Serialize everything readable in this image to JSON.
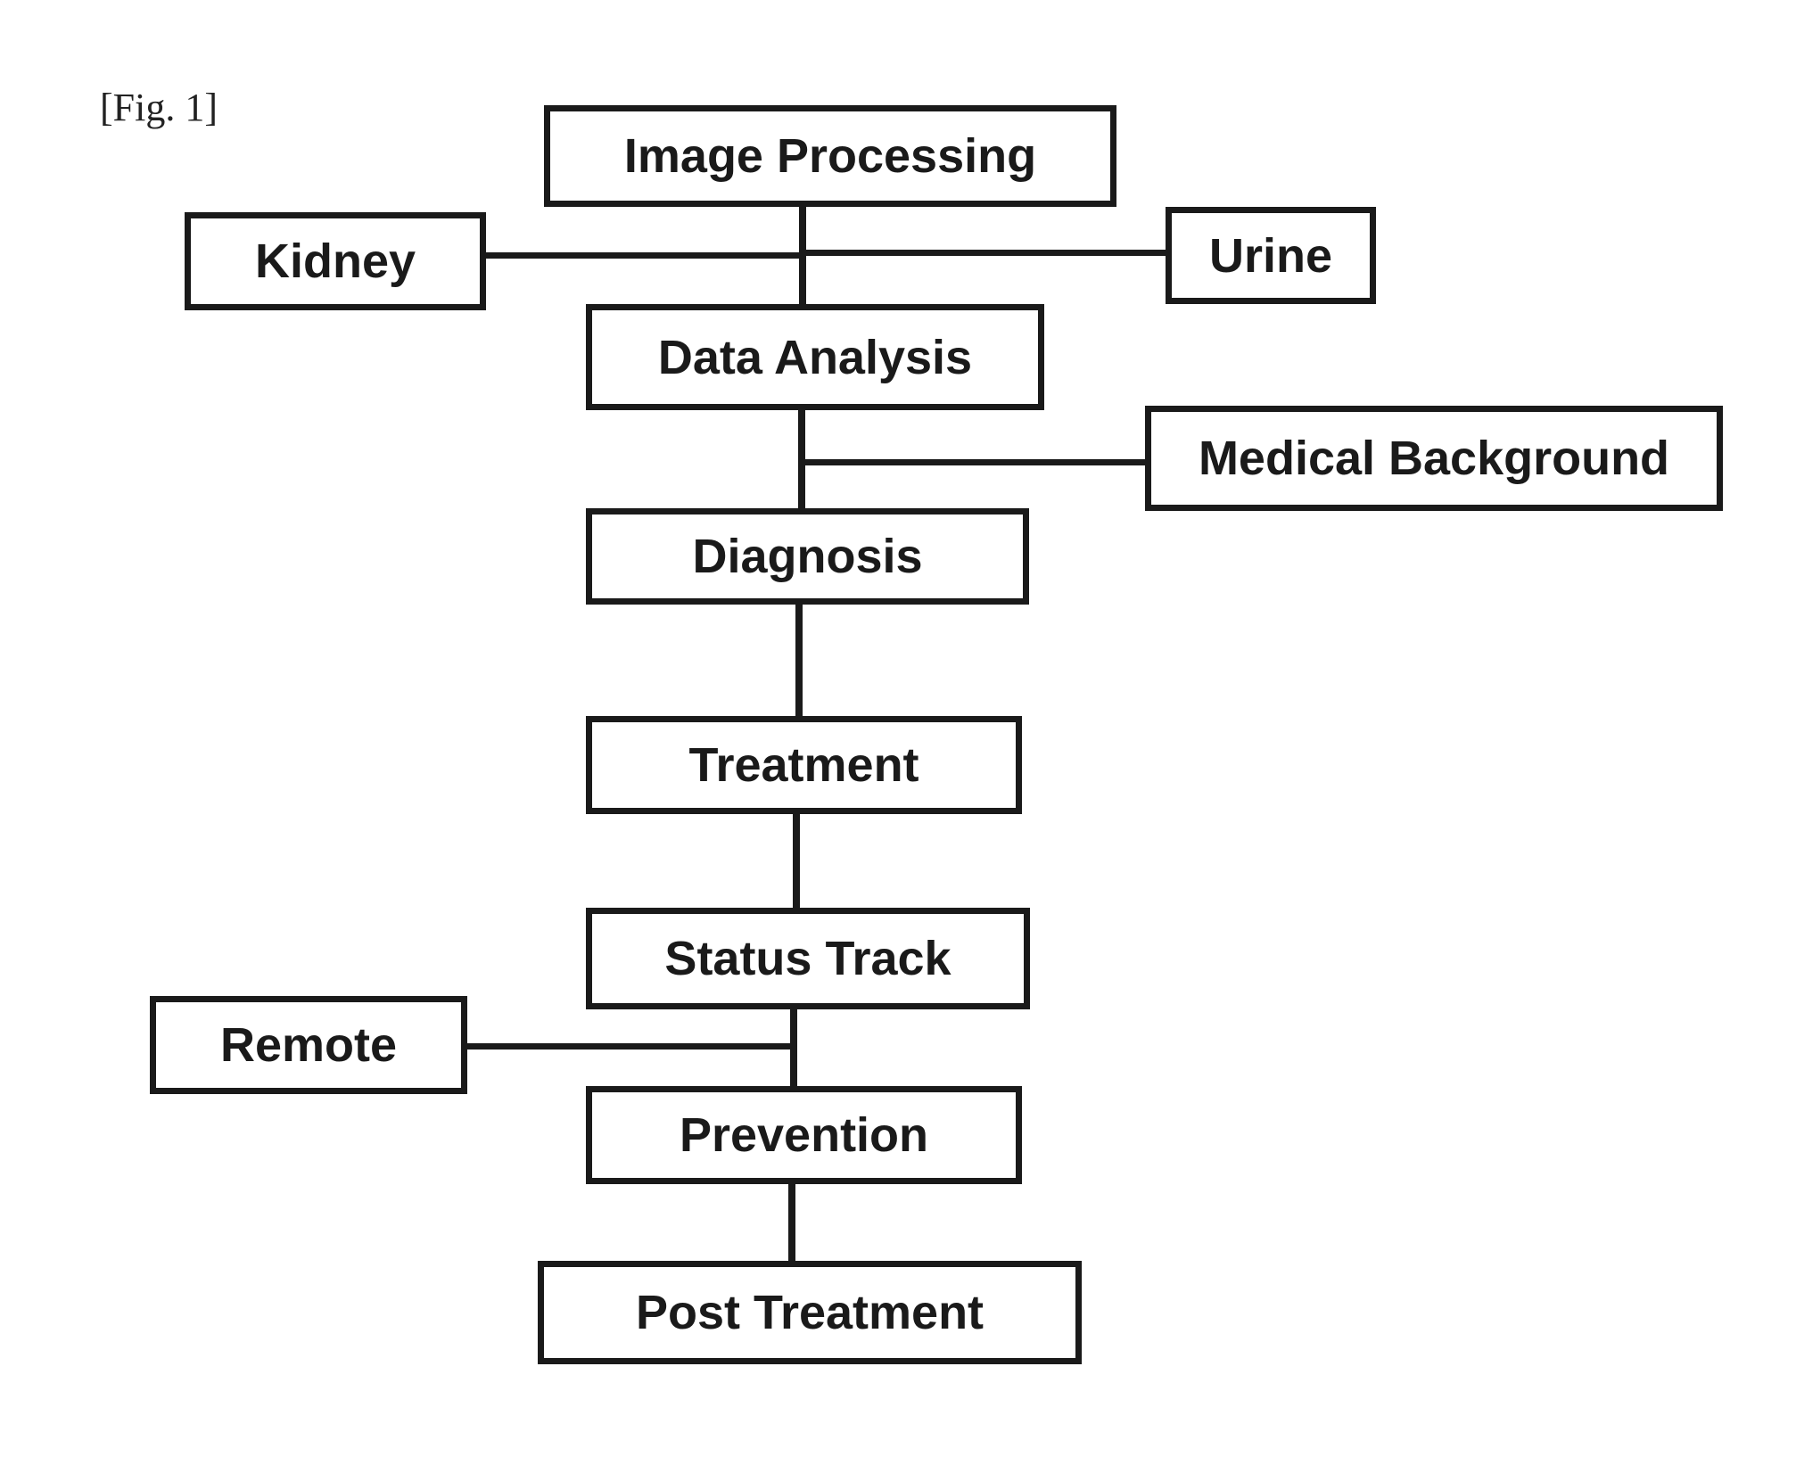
{
  "figure": {
    "label": "[Fig. 1]"
  },
  "nodes": {
    "image_processing": "Image Processing",
    "kidney": "Kidney",
    "urine": "Urine",
    "data_analysis": "Data Analysis",
    "medical_background": "Medical Background",
    "diagnosis": "Diagnosis",
    "treatment": "Treatment",
    "status_track": "Status Track",
    "remote": "Remote",
    "prevention": "Prevention",
    "post_treatment": "Post Treatment"
  },
  "edges": [
    [
      "image_processing",
      "data_analysis"
    ],
    [
      "kidney",
      "image_processing-data_analysis-link"
    ],
    [
      "urine",
      "image_processing-data_analysis-link"
    ],
    [
      "data_analysis",
      "diagnosis"
    ],
    [
      "medical_background",
      "data_analysis-diagnosis-link"
    ],
    [
      "diagnosis",
      "treatment"
    ],
    [
      "treatment",
      "status_track"
    ],
    [
      "status_track",
      "prevention"
    ],
    [
      "remote",
      "status_track-prevention-link"
    ],
    [
      "prevention",
      "post_treatment"
    ]
  ],
  "colors": {
    "line": "#1a1a1a",
    "box_border": "#1a1a1a",
    "background": "#ffffff"
  }
}
